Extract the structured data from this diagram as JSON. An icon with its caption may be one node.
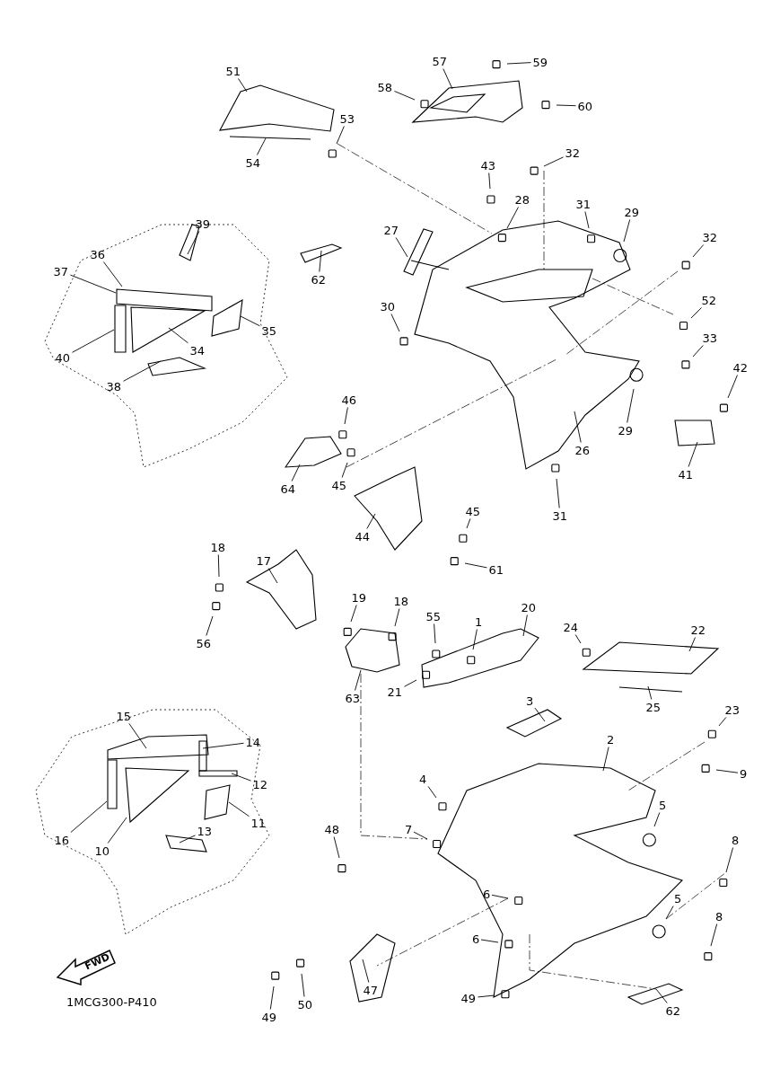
{
  "diagram": {
    "nodes": [
      {
        "text": [
          "59"
        ]
      },
      {
        "text": [
          "57"
        ]
      },
      {
        "text": [
          "51"
        ]
      },
      {
        "text": [
          "58"
        ]
      },
      {
        "text": [
          "60"
        ]
      },
      {
        "text": [
          "53"
        ]
      },
      {
        "text": [
          "32"
        ]
      },
      {
        "text": [
          "54"
        ]
      },
      {
        "text": [
          "43"
        ]
      },
      {
        "text": [
          "28"
        ]
      },
      {
        "text": [
          "31"
        ]
      },
      {
        "text": [
          "29"
        ]
      },
      {
        "text": [
          "39"
        ]
      },
      {
        "text": [
          "27"
        ]
      },
      {
        "text": [
          "32"
        ]
      },
      {
        "text": [
          "36"
        ]
      },
      {
        "text": [
          "37"
        ]
      },
      {
        "text": [
          "62"
        ]
      },
      {
        "text": [
          "52"
        ]
      },
      {
        "text": [
          "30"
        ]
      },
      {
        "text": [
          "35"
        ]
      },
      {
        "text": [
          "33"
        ]
      },
      {
        "text": [
          "34"
        ]
      },
      {
        "text": [
          "40"
        ]
      },
      {
        "text": [
          "42"
        ]
      },
      {
        "text": [
          "38"
        ]
      },
      {
        "text": [
          "46"
        ]
      },
      {
        "text": [
          "29"
        ]
      },
      {
        "text": [
          "26"
        ]
      },
      {
        "text": [
          "41"
        ]
      },
      {
        "text": [
          "45"
        ]
      },
      {
        "text": [
          "64"
        ]
      },
      {
        "text": [
          "45"
        ]
      },
      {
        "text": [
          "31"
        ]
      },
      {
        "text": [
          "44"
        ]
      },
      {
        "text": [
          "18"
        ]
      },
      {
        "text": [
          "17"
        ]
      },
      {
        "text": [
          "61"
        ]
      },
      {
        "text": [
          "19"
        ]
      },
      {
        "text": [
          "18"
        ]
      },
      {
        "text": [
          "20"
        ]
      },
      {
        "text": [
          "55"
        ]
      },
      {
        "text": [
          "1"
        ]
      },
      {
        "text": [
          "24"
        ]
      },
      {
        "text": [
          "22"
        ]
      },
      {
        "text": [
          "56"
        ]
      },
      {
        "text": [
          "21"
        ]
      },
      {
        "text": [
          "63"
        ]
      },
      {
        "text": [
          "3"
        ]
      },
      {
        "text": [
          "25"
        ]
      },
      {
        "text": [
          "23"
        ]
      },
      {
        "text": [
          "15"
        ]
      },
      {
        "text": [
          "2"
        ]
      },
      {
        "text": [
          "14"
        ]
      },
      {
        "text": [
          "9"
        ]
      },
      {
        "text": [
          "4"
        ]
      },
      {
        "text": [
          "12"
        ]
      },
      {
        "text": [
          "5"
        ]
      },
      {
        "text": [
          "11"
        ]
      },
      {
        "text": [
          "48"
        ]
      },
      {
        "text": [
          "7"
        ]
      },
      {
        "text": [
          "13"
        ]
      },
      {
        "text": [
          "8"
        ]
      },
      {
        "text": [
          "16"
        ]
      },
      {
        "text": [
          "10"
        ]
      },
      {
        "text": [
          "6"
        ]
      },
      {
        "text": [
          "5"
        ]
      },
      {
        "text": [
          "8"
        ]
      },
      {
        "text": [
          "6"
        ]
      },
      {
        "text": [
          "47"
        ]
      },
      {
        "text": [
          "62"
        ]
      },
      {
        "text": [
          "49"
        ]
      },
      {
        "text": [
          "50"
        ]
      },
      {
        "text": [
          "49"
        ]
      }
    ],
    "edges": [
      {
        "from": 0,
        "to": null,
        "arrow": "none"
      },
      {
        "from": 1,
        "to": null,
        "arrow": "none"
      },
      {
        "from": 2,
        "to": null,
        "arrow": "none"
      },
      {
        "from": 3,
        "to": null,
        "arrow": "none"
      },
      {
        "from": 4,
        "to": null,
        "arrow": "none"
      },
      {
        "from": 5,
        "to": null,
        "arrow": "none"
      },
      {
        "from": 6,
        "to": null,
        "arrow": "none"
      },
      {
        "from": 7,
        "to": null,
        "arrow": "none"
      },
      {
        "from": 8,
        "to": null,
        "arrow": "none"
      },
      {
        "from": 9,
        "to": null,
        "arrow": "none"
      },
      {
        "from": 10,
        "to": null,
        "arrow": "none"
      },
      {
        "from": 11,
        "to": null,
        "arrow": "none"
      },
      {
        "from": 12,
        "to": null,
        "arrow": "none"
      },
      {
        "from": 13,
        "to": null,
        "arrow": "none"
      },
      {
        "from": 14,
        "to": null,
        "arrow": "none"
      },
      {
        "from": 15,
        "to": null,
        "arrow": "none"
      },
      {
        "from": 16,
        "to": null,
        "arrow": "none"
      },
      {
        "from": 17,
        "to": null,
        "arrow": "none"
      },
      {
        "from": 18,
        "to": null,
        "arrow": "none"
      },
      {
        "from": 19,
        "to": null,
        "arrow": "none"
      },
      {
        "from": 20,
        "to": null,
        "arrow": "none"
      },
      {
        "from": 21,
        "to": null,
        "arrow": "none"
      },
      {
        "from": 22,
        "to": null,
        "arrow": "none"
      },
      {
        "from": 23,
        "to": null,
        "arrow": "none"
      },
      {
        "from": 24,
        "to": null,
        "arrow": "none"
      },
      {
        "from": 25,
        "to": null,
        "arrow": "none"
      },
      {
        "from": 26,
        "to": null,
        "arrow": "none"
      },
      {
        "from": 27,
        "to": null,
        "arrow": "none"
      },
      {
        "from": 28,
        "to": null,
        "arrow": "none"
      },
      {
        "from": 29,
        "to": null,
        "arrow": "none"
      },
      {
        "from": 30,
        "to": null,
        "arrow": "none"
      },
      {
        "from": 31,
        "to": null,
        "arrow": "none"
      },
      {
        "from": 32,
        "to": null,
        "arrow": "none"
      },
      {
        "from": 33,
        "to": null,
        "arrow": "none"
      },
      {
        "from": 34,
        "to": null,
        "arrow": "none"
      },
      {
        "from": 35,
        "to": null,
        "arrow": "none"
      },
      {
        "from": 36,
        "to": null,
        "arrow": "none"
      },
      {
        "from": 37,
        "to": null,
        "arrow": "none"
      },
      {
        "from": 38,
        "to": null,
        "arrow": "none"
      },
      {
        "from": 39,
        "to": null,
        "arrow": "none"
      },
      {
        "from": 40,
        "to": null,
        "arrow": "none"
      },
      {
        "from": 41,
        "to": null,
        "arrow": "none"
      },
      {
        "from": 42,
        "to": null,
        "arrow": "none"
      },
      {
        "from": 43,
        "to": null,
        "arrow": "none"
      },
      {
        "from": 44,
        "to": null,
        "arrow": "none"
      },
      {
        "from": 45,
        "to": null,
        "arrow": "none"
      },
      {
        "from": 46,
        "to": null,
        "arrow": "none"
      },
      {
        "from": 47,
        "to": null,
        "arrow": "none"
      },
      {
        "from": 48,
        "to": null,
        "arrow": "none"
      },
      {
        "from": 49,
        "to": null,
        "arrow": "none"
      },
      {
        "from": 50,
        "to": null,
        "arrow": "none"
      },
      {
        "from": 51,
        "to": null,
        "arrow": "none"
      },
      {
        "from": 52,
        "to": null,
        "arrow": "none"
      },
      {
        "from": 53,
        "to": null,
        "arrow": "none"
      },
      {
        "from": 54,
        "to": null,
        "arrow": "none"
      },
      {
        "from": 55,
        "to": null,
        "arrow": "none"
      },
      {
        "from": 56,
        "to": null,
        "arrow": "none"
      },
      {
        "from": 57,
        "to": null,
        "arrow": "none"
      },
      {
        "from": 58,
        "to": null,
        "arrow": "none"
      },
      {
        "from": 59,
        "to": null,
        "arrow": "none"
      },
      {
        "from": 60,
        "to": null,
        "arrow": "none"
      },
      {
        "from": 61,
        "to": null,
        "arrow": "none"
      },
      {
        "from": 62,
        "to": null,
        "arrow": "none"
      },
      {
        "from": 63,
        "to": null,
        "arrow": "none"
      },
      {
        "from": 64,
        "to": null,
        "arrow": "none"
      },
      {
        "from": 65,
        "to": null,
        "arrow": "none"
      },
      {
        "from": 66,
        "to": null,
        "arrow": "none"
      },
      {
        "from": 67,
        "to": null,
        "arrow": "none"
      },
      {
        "from": 68,
        "to": null,
        "arrow": "none"
      },
      {
        "from": 69,
        "to": null,
        "arrow": "none"
      },
      {
        "from": 70,
        "to": null,
        "arrow": "none"
      },
      {
        "from": 71,
        "to": null,
        "arrow": "none"
      },
      {
        "from": 72,
        "to": null,
        "arrow": "none"
      },
      {
        "from": 73,
        "to": null,
        "arrow": "none"
      }
    ],
    "labels": [
      "FWD",
      "1MCG300-P410"
    ]
  }
}
